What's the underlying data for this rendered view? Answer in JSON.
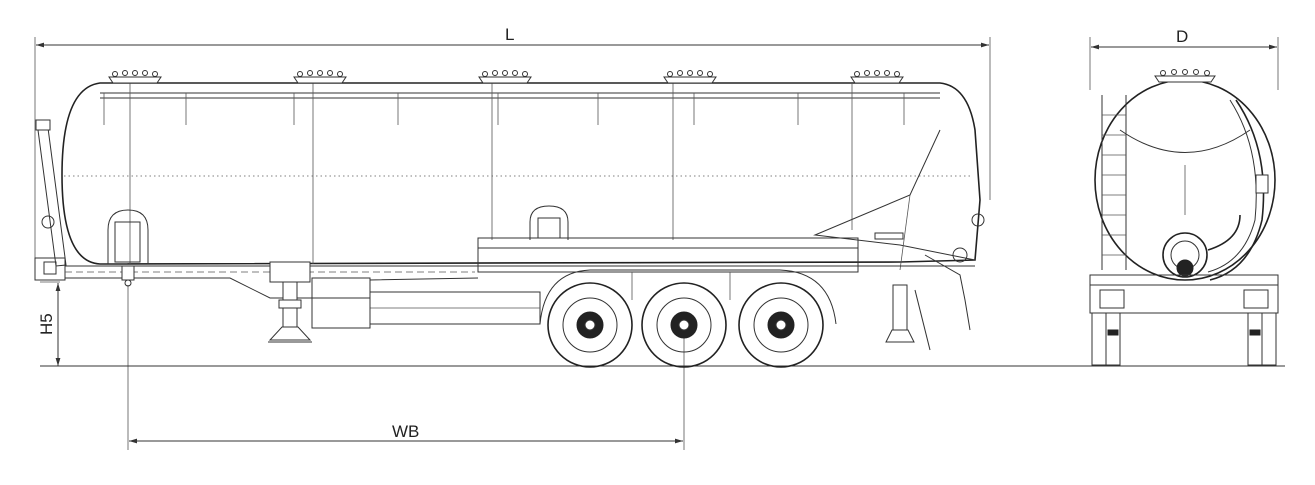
{
  "dimensions": {
    "length_label": "L",
    "width_label": "D",
    "height_label": "H5",
    "wheelbase_label": "WB"
  }
}
